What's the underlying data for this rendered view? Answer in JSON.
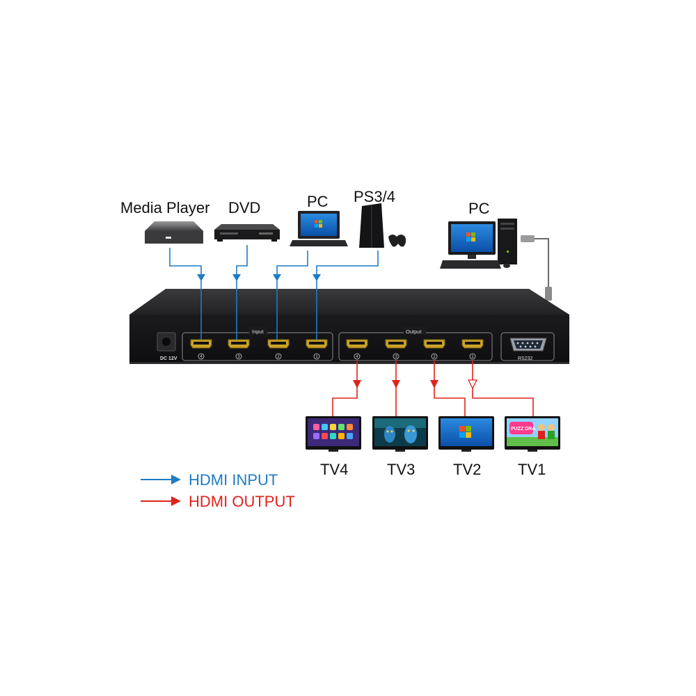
{
  "sources": {
    "media_player": "Media Player",
    "dvd": "DVD",
    "pc_laptop": "PC",
    "ps": "PS3/4",
    "pc_control": "PC"
  },
  "device": {
    "dc_label": "DC 12V",
    "input_label": "Input",
    "output_label": "Output",
    "rs232_label": "RS232",
    "input_port_numbers": [
      "4",
      "3",
      "2",
      "1"
    ],
    "output_port_numbers": [
      "4",
      "3",
      "2",
      "1"
    ]
  },
  "displays": {
    "tv4": "TV4",
    "tv3": "TV3",
    "tv2": "TV2",
    "tv1": "TV1",
    "tv1_screen_text": "PUZZ DRA"
  },
  "legend": {
    "input": "HDMI INPUT",
    "output": "HDMI OUTPUT"
  },
  "colors": {
    "input_arrow": "#1e7bc4",
    "output_arrow": "#e0231c",
    "device_body": "#1d1d1f",
    "background": "#ffffff"
  }
}
